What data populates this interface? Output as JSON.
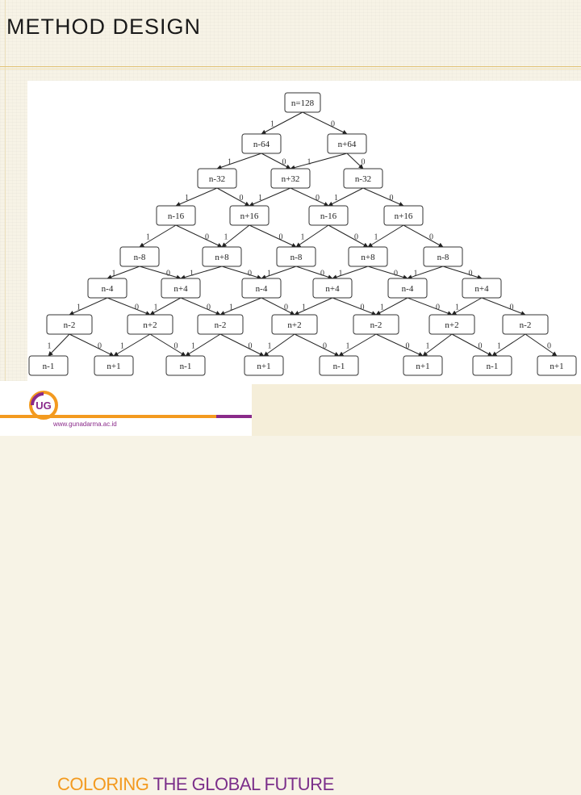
{
  "slide": {
    "title": "METHOD DESIGN"
  },
  "branding": {
    "logo_text": "UG",
    "tagline_part1": "COLORING",
    "tagline_part2": " THE GLOBAL FUTURE",
    "url": "www.gunadarma.ac.id",
    "colors": {
      "orange": "#f39a1f",
      "purple": "#8a2a8a"
    }
  },
  "diagram": {
    "levels": [
      [
        {
          "id": "n0",
          "label": "n=128"
        }
      ],
      [
        {
          "id": "n1a",
          "label": "n-64"
        },
        {
          "id": "n1b",
          "label": "n+64"
        }
      ],
      [
        {
          "id": "n2a",
          "label": "n-32"
        },
        {
          "id": "n2b",
          "label": "n+32"
        },
        {
          "id": "n2c",
          "label": "n-32"
        }
      ],
      [
        {
          "id": "n3a",
          "label": "n-16"
        },
        {
          "id": "n3b",
          "label": "n+16"
        },
        {
          "id": "n3c",
          "label": "n-16"
        },
        {
          "id": "n3d",
          "label": "n+16"
        }
      ],
      [
        {
          "id": "n4a",
          "label": "n-8"
        },
        {
          "id": "n4b",
          "label": "n+8"
        },
        {
          "id": "n4c",
          "label": "n-8"
        },
        {
          "id": "n4d",
          "label": "n+8"
        },
        {
          "id": "n4e",
          "label": "n-8"
        }
      ],
      [
        {
          "id": "n5a",
          "label": "n-4"
        },
        {
          "id": "n5b",
          "label": "n+4"
        },
        {
          "id": "n5c",
          "label": "n-4"
        },
        {
          "id": "n5d",
          "label": "n+4"
        },
        {
          "id": "n5e",
          "label": "n-4"
        },
        {
          "id": "n5f",
          "label": "n+4"
        }
      ],
      [
        {
          "id": "n6a",
          "label": "n-2"
        },
        {
          "id": "n6b",
          "label": "n+2"
        },
        {
          "id": "n6c",
          "label": "n-2"
        },
        {
          "id": "n6d",
          "label": "n+2"
        },
        {
          "id": "n6e",
          "label": "n-2"
        },
        {
          "id": "n6f",
          "label": "n+2"
        },
        {
          "id": "n6g",
          "label": "n-2"
        }
      ],
      [
        {
          "id": "n7a",
          "label": "n-1"
        },
        {
          "id": "n7b",
          "label": "n+1"
        },
        {
          "id": "n7c",
          "label": "n-1"
        },
        {
          "id": "n7d",
          "label": "n+1"
        },
        {
          "id": "n7e",
          "label": "n-1"
        },
        {
          "id": "n7f",
          "label": "n+1"
        },
        {
          "id": "n7g",
          "label": "n-1"
        },
        {
          "id": "n7h",
          "label": "n+1"
        }
      ]
    ],
    "edge_labels": {
      "left": "1",
      "right": "0"
    }
  }
}
